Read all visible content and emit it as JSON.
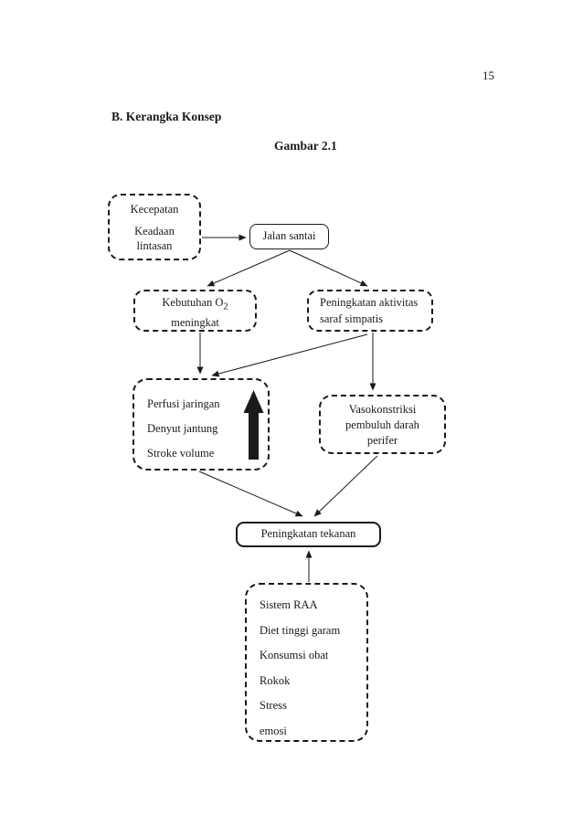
{
  "page": {
    "number": "15",
    "heading": "B. Kerangka Konsep",
    "figure_title": "Gambar 2.1"
  },
  "diagram": {
    "kecepatan_box": {
      "line1": "Kecepatan",
      "line2": "Keadaan",
      "line3": "lintasan"
    },
    "jalan_santai_box": {
      "label": "Jalan santai"
    },
    "kebutuhan_box": {
      "line1_main": "Kebutuhan O",
      "line1_sub": "2",
      "line2": "meningkat"
    },
    "saraf_box": {
      "line1": "Peningkatan aktivitas",
      "line2": "saraf simpatis"
    },
    "perfusi_box": {
      "lines": [
        "Perfusi jaringan",
        "Denyut jantung",
        "Stroke volume"
      ],
      "up_arrow_icon": "thick-up-arrow"
    },
    "vaso_box": {
      "lines": [
        "Vasokonstriksi",
        "pembuluh darah",
        "perifer"
      ]
    },
    "tekanan_box": {
      "label": "Peningkatan tekanan"
    },
    "raa_box": {
      "lines": [
        "Sistem RAA",
        "Diet tinggi garam",
        "Konsumsi obat",
        "Rokok",
        "Stress",
        "emosi"
      ]
    },
    "colors": {
      "ink": "#1a1a1a",
      "background": "#ffffff"
    }
  }
}
